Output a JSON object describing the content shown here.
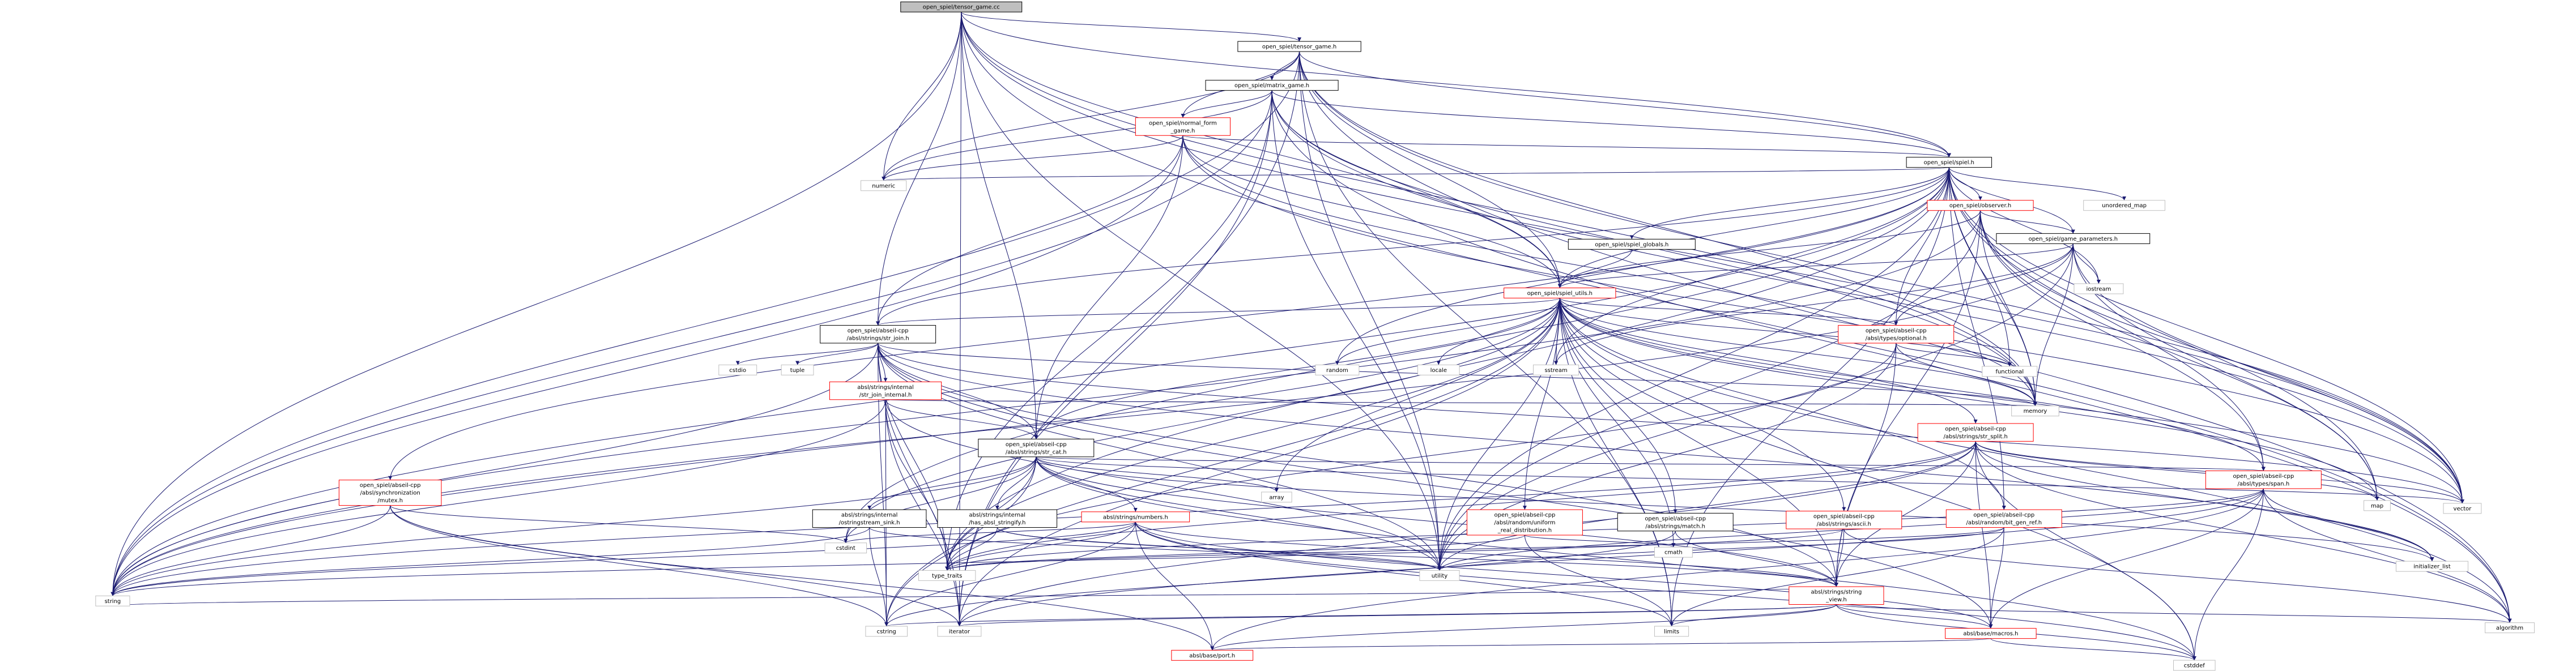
{
  "nodes": {
    "tensor_game_cc": [
      "open_spiel/tensor_game.cc"
    ],
    "tensor_game_h": [
      "open_spiel/tensor_game.h"
    ],
    "matrix_game_h": [
      "open_spiel/matrix_game.h"
    ],
    "normal_form_game_h": [
      "open_spiel/normal_form",
      "_game.h"
    ],
    "spiel_h": [
      "open_spiel/spiel.h"
    ],
    "unordered_map": [
      "unordered_map"
    ],
    "observer_h": [
      "open_spiel/observer.h"
    ],
    "spiel_globals_h": [
      "open_spiel/spiel_globals.h"
    ],
    "game_parameters_h": [
      "open_spiel/game_parameters.h"
    ],
    "iostream": [
      "iostream"
    ],
    "spiel_utils_h": [
      "open_spiel/spiel_utils.h"
    ],
    "str_join_h": [
      "open_spiel/abseil-cpp",
      "/absl/strings/str_join.h"
    ],
    "optional_h": [
      "open_spiel/abseil-cpp",
      "/absl/types/optional.h"
    ],
    "functional": [
      "functional"
    ],
    "memory": [
      "memory"
    ],
    "random": [
      "random"
    ],
    "locale": [
      "locale"
    ],
    "sstream": [
      "sstream"
    ],
    "cstdio": [
      "cstdio"
    ],
    "tuple": [
      "tuple"
    ],
    "str_join_internal_h": [
      "absl/strings/internal",
      "/str_join_internal.h"
    ],
    "str_split_h": [
      "open_spiel/abseil-cpp",
      "/absl/strings/str_split.h"
    ],
    "str_cat_h": [
      "open_spiel/abseil-cpp",
      "/absl/strings/str_cat.h"
    ],
    "mutex_h": [
      "open_spiel/abseil-cpp",
      "/absl/synchronization",
      "/mutex.h"
    ],
    "ostringstream_sink_h": [
      "absl/strings/internal",
      "/ostringstream_sink.h"
    ],
    "has_absl_stringify_h": [
      "absl/strings/internal",
      "/has_absl_stringify.h"
    ],
    "numbers_h": [
      "absl/strings/numbers.h"
    ],
    "uniform_real_distribution_h": [
      "open_spiel/abseil-cpp",
      "/absl/random/uniform",
      "_real_distribution.h"
    ],
    "match_h": [
      "open_spiel/abseil-cpp",
      "/absl/strings/match.h"
    ],
    "ascii_h": [
      "open_spiel/abseil-cpp",
      "/absl/strings/ascii.h"
    ],
    "bit_gen_ref_h": [
      "open_spiel/abseil-cpp",
      "/absl/random/bit_gen_ref.h"
    ],
    "span_h": [
      "open_spiel/abseil-cpp",
      "/absl/types/span.h"
    ],
    "array": [
      "array"
    ],
    "cstdint": [
      "cstdint"
    ],
    "type_traits": [
      "type_traits"
    ],
    "utility": [
      "utility"
    ],
    "cmath": [
      "cmath"
    ],
    "string_view_h": [
      "absl/strings/string",
      "_view.h"
    ],
    "initializer_list": [
      "initializer_list"
    ],
    "map": [
      "map"
    ],
    "vector": [
      "vector"
    ],
    "numeric": [
      "numeric"
    ],
    "string": [
      "string"
    ],
    "cstring": [
      "cstring"
    ],
    "iterator": [
      "iterator"
    ],
    "limits": [
      "limits"
    ],
    "macros_h": [
      "absl/base/macros.h"
    ],
    "algorithm": [
      "algorithm"
    ],
    "cstddef": [
      "cstddef"
    ],
    "port_h": [
      "absl/base/port.h"
    ]
  }
}
